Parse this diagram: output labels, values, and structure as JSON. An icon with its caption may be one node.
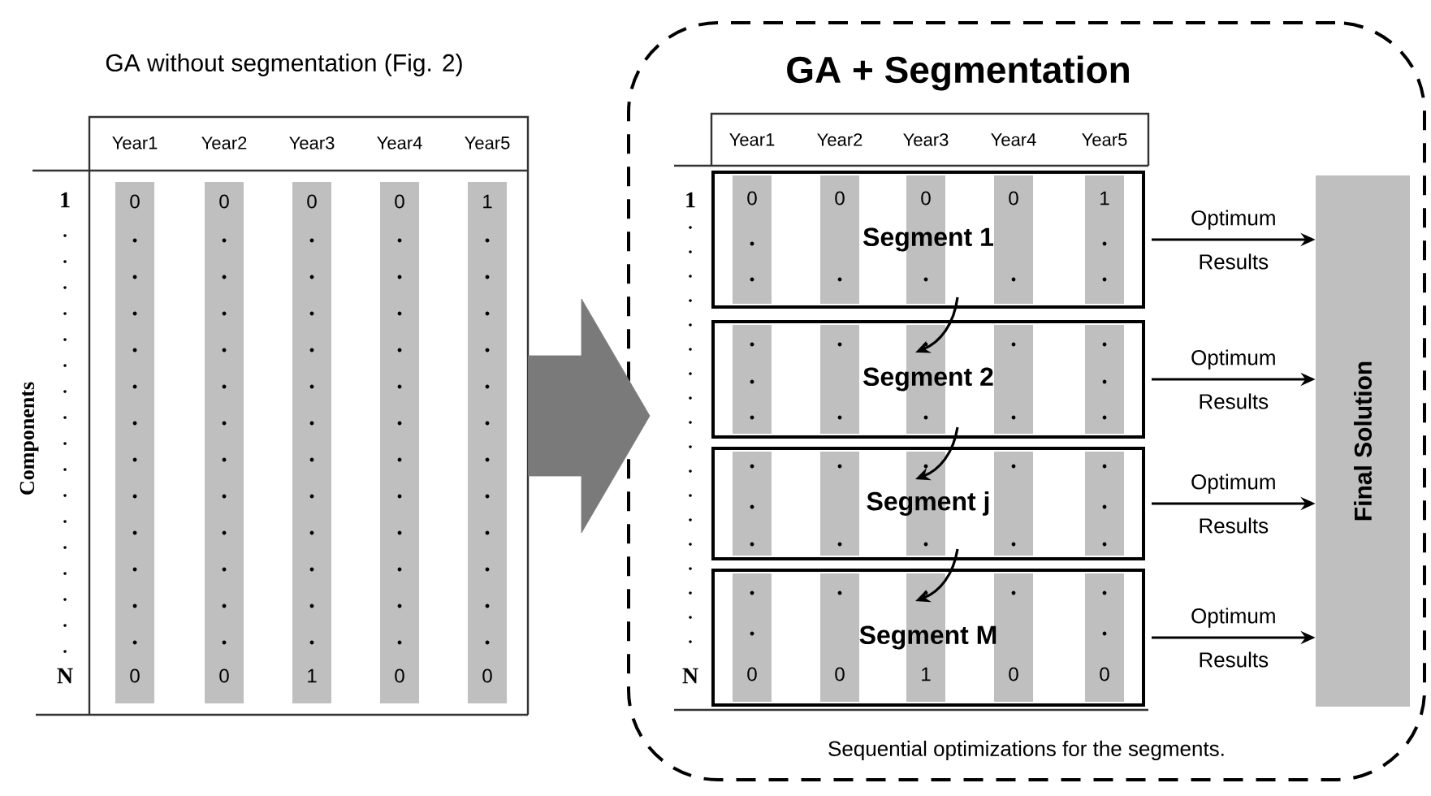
{
  "diagram": {
    "nodes": [
      {
        "text": [
          "GA without segmentation (Fig. 2)"
        ]
      },
      {
        "text": [
          "GA + Segmentation",
          "Sequential optimizations for the segments."
        ]
      },
      {
        "text": [
          "Segment 1"
        ],
        "in": 1
      },
      {
        "text": [
          "Segment 2"
        ],
        "in": 1
      },
      {
        "text": [
          "Segment j"
        ],
        "in": 1
      },
      {
        "text": [
          "Segment M"
        ],
        "in": 1
      },
      {
        "text": [
          "Final Solution"
        ],
        "in": 1
      }
    ],
    "edges": [
      {
        "from": 0,
        "to": 1,
        "arrow": "to",
        "style": "thick",
        "color": "#7a7a7a"
      },
      {
        "from": 2,
        "to": 3,
        "arrow": "to"
      },
      {
        "from": 3,
        "to": 4,
        "arrow": "to"
      },
      {
        "from": 4,
        "to": 5,
        "arrow": "to"
      },
      {
        "from": 2,
        "to": 6,
        "arrow": "to",
        "label": "Optimum Results"
      },
      {
        "from": 3,
        "to": 6,
        "arrow": "to",
        "label": "Optimum Results"
      },
      {
        "from": 4,
        "to": 6,
        "arrow": "to",
        "label": "Optimum Results"
      },
      {
        "from": 5,
        "to": 6,
        "arrow": "to",
        "label": "Optimum Results"
      }
    ],
    "labels": [
      "Year1",
      "Year2",
      "Year3",
      "Year4",
      "Year5",
      "1",
      "0",
      "0",
      "0",
      "0",
      "1",
      "N",
      "0",
      "0",
      "1",
      "0",
      "0",
      "Components",
      "Year1",
      "Year2",
      "Year3",
      "Year4",
      "Year5",
      "1",
      "0",
      "0",
      "0",
      "0",
      "1",
      "N",
      "0",
      "0",
      "1",
      "0",
      "0"
    ]
  }
}
